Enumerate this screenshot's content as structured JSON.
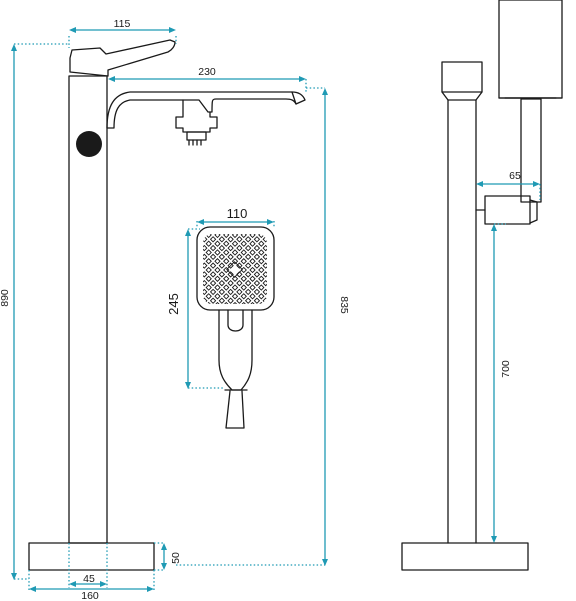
{
  "dimensions": {
    "spout_top_width": "115",
    "spout_length": "230",
    "total_height": "890",
    "spout_height": "835",
    "shower_width": "110",
    "shower_length": "245",
    "base_height": "50",
    "column_width": "45",
    "base_width": "160",
    "side_holder_depth": "65",
    "holder_height": "700"
  },
  "colors": {
    "dimension": "#1f9ab4",
    "outline": "#1a1a1a"
  }
}
